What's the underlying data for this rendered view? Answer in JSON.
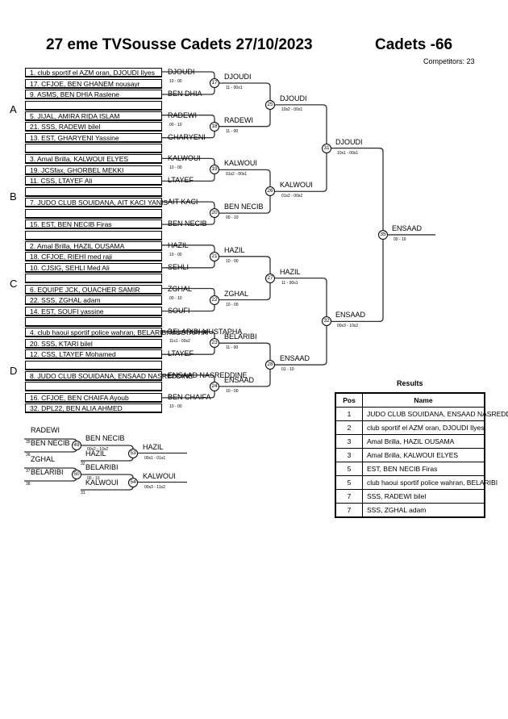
{
  "header": {
    "title_left": "27 eme TVSousse Cadets  27/10/2023",
    "title_right": "Cadets -66",
    "competitors": "Competitors: 23"
  },
  "pools": [
    "A",
    "B",
    "C",
    "D"
  ],
  "entries": [
    "1. club sportif el AZM oran, DJOUDI Ilyes",
    "17. CFJOE, BEN GHANEM nousayr",
    "9. ASMS, BEN DHIA Raslene",
    "",
    "5. JIJAL, AMIRA RIDA ISLAM",
    "21. SSS, RADEWI bilel",
    "13. EST, GHARYENI Yassine",
    "",
    "3. Amal Brilla, KALWOUI ELYES",
    "19. JCSfax, GHORBEL MEKKI",
    "11. CSS, LTAYEF Ali",
    "",
    "7. JUDO CLUB SOUIDANA, AIT KACI YANIS",
    "",
    "15. EST, BEN NECIB Firas",
    "",
    "2. Amal Brilla, HAZIL OUSAMA",
    "18. CFJOE, RIEHI med raji",
    "10. CJSIG, SEHLI Med Ali",
    "",
    "6. EQUIPE JCK, OUACHER SAMIR",
    "22. SSS, ZGHAL adam",
    "14. EST, SOUFI yassine",
    "",
    "4. club haoui sportif police wahran, BELARIBI MUSTAPHA",
    "20. SSS, KTARI bilel",
    "12. CSS, LTAYEF Mohamed",
    "",
    "8. JUDO CLUB SOUIDANA, ENSAAD NASREDDINE",
    "",
    "16. CFJOE, BEN CHAIFA Ayoub",
    "32. DPL22, BEN ALIA AHMED"
  ],
  "round1": [
    {
      "winner": "DJOUDI",
      "score": "10 - 00"
    },
    {
      "winner": "BEN DHIA",
      "score": ""
    },
    {
      "winner": "RADEWI",
      "score": "00 - 10"
    },
    {
      "winner": "GHARYENI",
      "score": ""
    },
    {
      "winner": "KALWOUI",
      "score": "10 - 00"
    },
    {
      "winner": "LTAYEF",
      "score": ""
    },
    {
      "winner": "AIT KACI",
      "score": ""
    },
    {
      "winner": "BEN NECIB",
      "score": ""
    },
    {
      "winner": "HAZIL",
      "score": "10 - 00"
    },
    {
      "winner": "SEHLI",
      "score": ""
    },
    {
      "winner": "ZGHAL",
      "score": "00 - 10"
    },
    {
      "winner": "SOUFI",
      "score": ""
    },
    {
      "winner": "BELARIBI MUSTAPHA",
      "score": "11s1 - 00s2"
    },
    {
      "winner": "LTAYEF",
      "score": ""
    },
    {
      "winner": "ENSAAD NASREDDINE",
      "score": ""
    },
    {
      "winner": "BEN CHAIFA",
      "score": "10 - 00"
    }
  ],
  "round2": [
    {
      "match": "17",
      "winner": "DJOUDI",
      "score": "11 - 00s1"
    },
    {
      "match": "18",
      "winner": "RADEWI",
      "score": "11 - 00"
    },
    {
      "match": "19",
      "winner": "KALWOUI",
      "score": "01s2 - 00s1"
    },
    {
      "match": "20",
      "winner": "BEN NECIB",
      "score": "00 - 10"
    },
    {
      "match": "21",
      "winner": "HAZIL",
      "score": "10 - 00"
    },
    {
      "match": "22",
      "winner": "ZGHAL",
      "score": "10 - 00"
    },
    {
      "match": "23",
      "winner": "BELARIBI",
      "score": "11 - 00"
    },
    {
      "match": "24",
      "winner": "ENSAAD",
      "score": "10 - 00"
    }
  ],
  "round3": [
    {
      "match": "25",
      "winner": "DJOUDI",
      "score": "10s2 - 00s1"
    },
    {
      "match": "26",
      "winner": "KALWOUI",
      "score": "01s2 - 00s2"
    },
    {
      "match": "27",
      "winner": "HAZIL",
      "score": "11 - 00s1"
    },
    {
      "match": "28",
      "winner": "ENSAAD",
      "score": "01 - 10"
    }
  ],
  "semis": [
    {
      "match": "31",
      "winner": "DJOUDI",
      "score": "10s1 - 00s1"
    },
    {
      "match": "32",
      "winner": "ENSAAD",
      "score": "00s3 - 10s2"
    }
  ],
  "final": {
    "match": "35",
    "winner": "ENSAAD",
    "score": "00 - 10"
  },
  "repechage": {
    "r1": [
      {
        "match": "49",
        "top": "RADEWI",
        "top_seed": "35",
        "bottom": "BEN NECIB",
        "bottom_seed": "36"
      },
      {
        "match": "50",
        "top": "ZGHAL",
        "top_seed": "37",
        "bottom": "BELARIBI",
        "bottom_seed": "38"
      }
    ],
    "r2": [
      {
        "match": "53",
        "top": "BEN NECIB",
        "top_score": "00s2 - 10s2",
        "bottom": "HAZIL",
        "bottom_seed": "32",
        "winner": "HAZIL",
        "score": "00s1 - 01s1"
      },
      {
        "match": "54",
        "top": "BELARIBI",
        "top_score": "00 - 10",
        "bottom": "KALWOUI",
        "bottom_seed": "31",
        "winner": "KALWOUI",
        "score": "00s3 - 11s2"
      }
    ]
  },
  "results": {
    "title": "Results",
    "headers": [
      "Pos",
      "Name"
    ],
    "rows": [
      {
        "pos": "1",
        "name": "JUDO CLUB SOUIDANA, ENSAAD NASREDDINE"
      },
      {
        "pos": "2",
        "name": "club sportif el AZM oran, DJOUDI Ilyes"
      },
      {
        "pos": "3",
        "name": "Amal Brilla, HAZIL OUSAMA"
      },
      {
        "pos": "3",
        "name": "Amal Brilla, KALWOUI ELYES"
      },
      {
        "pos": "5",
        "name": "EST, BEN NECIB Firas"
      },
      {
        "pos": "5",
        "name": "club haoui sportif police wahran, BELARIBI"
      },
      {
        "pos": "7",
        "name": "SSS, RADEWI bilel"
      },
      {
        "pos": "7",
        "name": "SSS, ZGHAL adam"
      }
    ]
  }
}
